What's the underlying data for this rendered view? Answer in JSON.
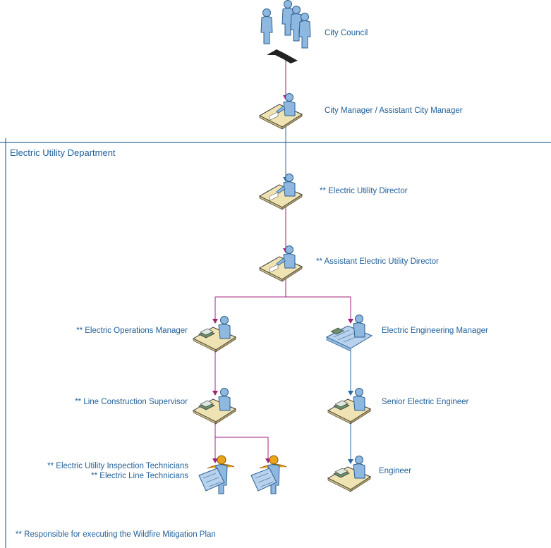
{
  "department": "Electric Utility Department",
  "footnote": "** Responsible for executing the Wildfire Mitigation Plan",
  "nodes": {
    "city_council": "City Council",
    "city_manager": "City Manager / Assistant City Manager",
    "director": "** Electric Utility Director",
    "assistant_director": "** Assistant Electric Utility Director",
    "ops_manager": "** Electric Operations Manager",
    "eng_manager": "Electric Engineering Manager",
    "line_supervisor": "** Line Construction Supervisor",
    "senior_engineer": "Senior Electric Engineer",
    "technicians_line1": "** Electric Utility Inspection Technicians",
    "technicians_line2": "** Electric Line Technicians",
    "engineer": "Engineer"
  },
  "colors": {
    "text": "#1f5f99",
    "connector_magenta": "#a0237f",
    "connector_blue": "#2e6da4",
    "figure": "#8fb8e0",
    "desk": "#efe3b4",
    "hardhat": "#e8a51c"
  },
  "icons": {
    "council": "people-group-icon",
    "desk_worker": "desk-worker-icon",
    "field_worker": "hardhat-worker-icon"
  }
}
